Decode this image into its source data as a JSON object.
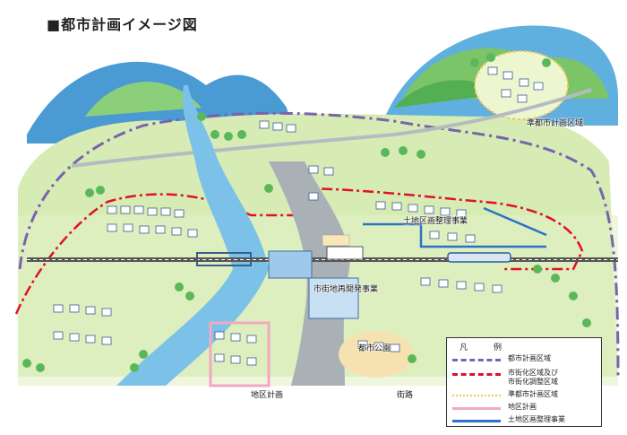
{
  "title": "■都市計画イメージ図",
  "labels": {
    "quasi_area": "準都市計画区域",
    "land_readjust": "土地区画整理事業",
    "redevelopment": "市街地再開発事業",
    "park": "都市公園",
    "district_plan": "地区計画",
    "street": "街路"
  },
  "legend": {
    "header": "凡　例",
    "items": [
      {
        "label": "都市計画区域",
        "color": "#7a62ad",
        "style": "dashdot"
      },
      {
        "label": "市街化区域及び",
        "label2": "市街化調整区域",
        "color": "#e0102a",
        "style": "dashdot"
      },
      {
        "label": "準都市計画区域",
        "color": "#f4c35a",
        "style": "dotted"
      },
      {
        "label": "地区計画",
        "color": "#f2a8c0",
        "style": "solid"
      },
      {
        "label": "土地区画整理事業",
        "color": "#2a73c6",
        "style": "solid"
      }
    ]
  },
  "colors": {
    "ground": "#d6ecb4",
    "hills": "#4fb35a",
    "sky_mountain": "#5aa8d8",
    "river": "#7cc2e8",
    "road": "#9aa4ab"
  }
}
